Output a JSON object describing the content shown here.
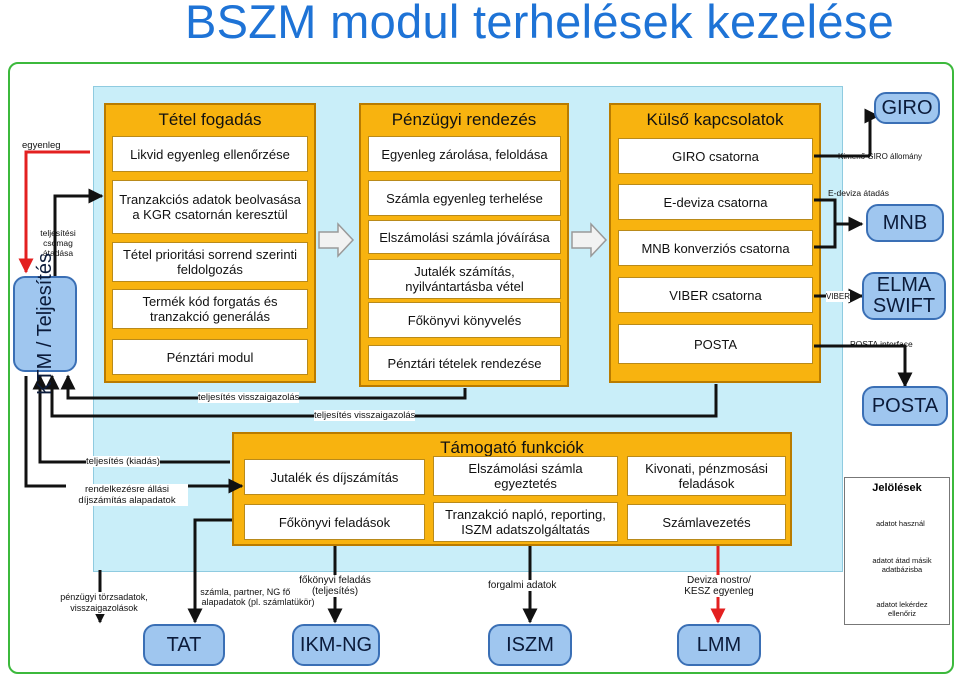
{
  "title": "BSZM modul terhelések kezelése",
  "panels": {
    "tetel": {
      "title": "Tétel fogadás",
      "items": [
        "Likvid egyenleg ellenőrzése",
        "Tranzakciós adatok beolvasása a KGR csatornán keresztül",
        "Tétel prioritási sorrend szerinti feldolgozás",
        "Termék kód forgatás és tranzakció generálás",
        "Pénztári modul"
      ]
    },
    "penzugyi": {
      "title": "Pénzügyi rendezés",
      "items": [
        "Egyenleg zárolása, feloldása",
        "Számla egyenleg terhelése",
        "Elszámolási számla jóváírása",
        "Jutalék számítás, nyilvántartásba vétel",
        "Főkönyvi könyvelés",
        "Pénztári tételek rendezése"
      ]
    },
    "kulso": {
      "title": "Külső kapcsolatok",
      "items": [
        "GIRO csatorna",
        "E-deviza csatorna",
        "MNB konverziós csatorna",
        "VIBER csatorna",
        "POSTA"
      ]
    },
    "tamogato": {
      "title": "Támogató funkciók",
      "items": [
        "Jutalék és díjszámítás",
        "Elszámolási számla egyeztetés",
        "Kivonati, pénzmosási feladások",
        "Főkönyvi feladások",
        "Tranzakció napló, reporting, ISZM adatszolgáltatás",
        "Számlavezetés"
      ]
    }
  },
  "externals": {
    "giro": "GIRO",
    "mnb": "MNB",
    "elma": "ELMA SWIFT",
    "posta": "POSTA",
    "ktm": "KTM / Teljesítés",
    "tat": "TAT",
    "ikm": "IKM-NG",
    "iszm": "ISZM",
    "lmm": "LMM"
  },
  "labels": {
    "egyenleg": "egyenleg",
    "csomag": "teljesítési csomag átadása",
    "visszaig1": "teljesítés visszaigazolás",
    "visszaig2": "teljesítés visszaigazolás",
    "kiadas": "teljesítés (kiadás)",
    "rendelkezes": "rendelkezésre állási díjszámítás alapadatok",
    "kimeno_giro": "Kimenő GIRO állomány",
    "edeviza": "E-deviza átadás",
    "viber": "VIBER",
    "posta_if": "POSTA interface",
    "torzs": "pénzügyi törzsadatok, visszaigazolások",
    "szamla_partner": "számla, partner, NG főkönyvi alapadatok (pl. számlatükör)",
    "fokonyvi_feladas": "főkönyvi feladás (teljesítés)",
    "forgalmi": "forgalmi adatok",
    "deviza": "Deviza nostro/ KESZ egyenleg"
  },
  "legend": {
    "title": "Jelölések",
    "items": [
      "adatot használ",
      "adatot átad másik adatbázisba",
      "adatot lekérdez ellenőriz"
    ],
    "colors": [
      "#1fa81f",
      "#111111",
      "#e32020"
    ]
  },
  "colors": {
    "title": "#1e73d6",
    "frame": "#3cb93c",
    "canvas": "#c9eef9",
    "panel": "#f8b30f",
    "external": "#9fc6ef"
  }
}
